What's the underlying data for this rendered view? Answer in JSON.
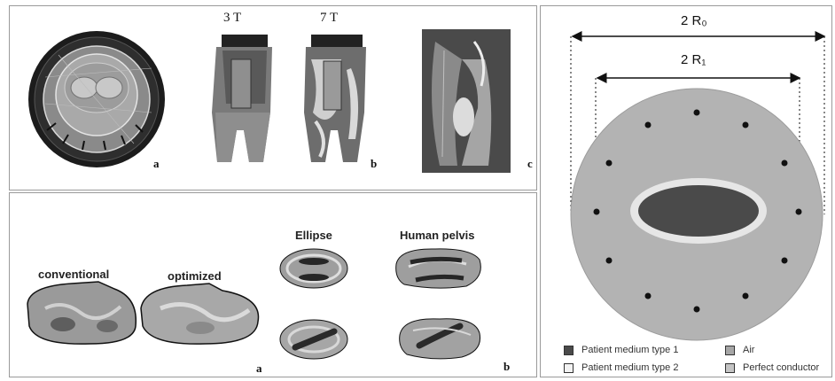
{
  "top_panel": {
    "field_labels": [
      "3 T",
      "7 T"
    ],
    "subfig_a": "a",
    "subfig_b": "b",
    "subfig_c": "c"
  },
  "bottom_panel": {
    "labels": {
      "conventional": "conventional",
      "optimized": "optimized",
      "ellipse": "Ellipse",
      "pelvis": "Human pelvis"
    },
    "subfig_a": "a",
    "subfig_b": "b"
  },
  "right_panel": {
    "outer_dim": "2 R₀",
    "inner_dim": "2 R₁",
    "legend": [
      {
        "label": "Patient medium type 1",
        "color": "#4a4a4a"
      },
      {
        "label": "Air",
        "color": "#a6a6a6"
      },
      {
        "label": "Patient medium type 2",
        "color": "#f2f2f2"
      },
      {
        "label": "Perfect conductor",
        "color": "#c4c4c4"
      }
    ]
  },
  "colors": {
    "background_medium": "#b3b3b3",
    "patient_type1": "#4a4a4a",
    "patient_type2": "#e6e6e6",
    "element_dot": "#111111"
  }
}
